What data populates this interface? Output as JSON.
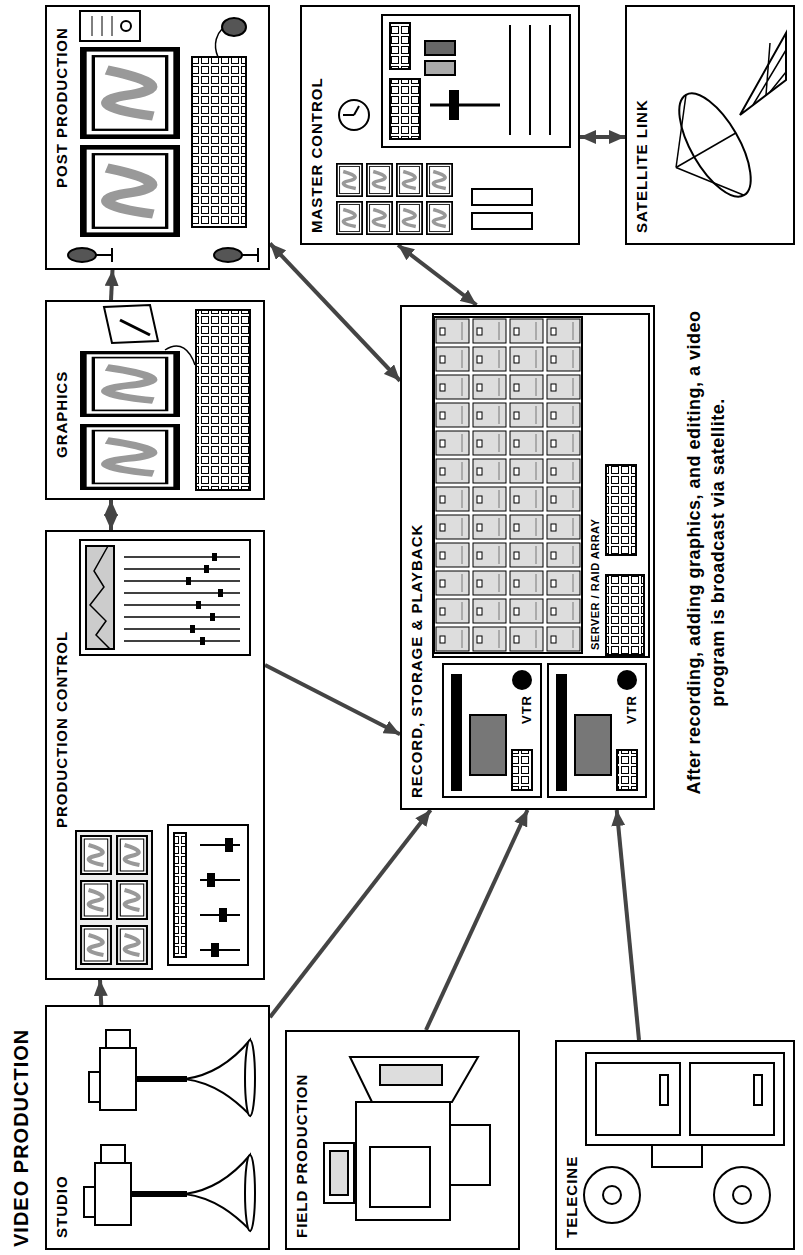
{
  "diagram": {
    "title": "VIDEO PRODUCTION",
    "caption": "After recording, adding graphics, and editing, a video program is broadcast via satellite.",
    "nodes": [
      {
        "text": [
          "STUDIO"
        ]
      },
      {
        "text": [
          "PRODUCTION CONTROL"
        ]
      },
      {
        "text": [
          "GRAPHICS"
        ]
      },
      {
        "text": [
          "POST PRODUCTION"
        ]
      },
      {
        "text": [
          "MASTER CONTROL"
        ]
      },
      {
        "text": [
          "SATELLITE LINK"
        ]
      },
      {
        "text": [
          "RECORD, STORAGE & PLAYBACK"
        ]
      },
      {
        "text": [
          "SERVER / RAID ARRAY"
        ],
        "in": 6
      },
      {
        "text": [
          "VTR"
        ],
        "in": 6
      },
      {
        "text": [
          "VTR"
        ],
        "in": 6
      },
      {
        "text": [
          "FIELD PRODUCTION"
        ]
      },
      {
        "text": [
          "TELECINE"
        ]
      }
    ],
    "edges": [
      {
        "from": 0,
        "to": 1,
        "arrow": "to"
      },
      {
        "from": 0,
        "to": 6,
        "arrow": "to"
      },
      {
        "from": 10,
        "to": 6,
        "arrow": "to"
      },
      {
        "from": 11,
        "to": 6,
        "arrow": "to"
      },
      {
        "from": 1,
        "to": 6,
        "arrow": "to"
      },
      {
        "from": 1,
        "to": 2,
        "arrow": "both"
      },
      {
        "from": 2,
        "to": 3,
        "arrow": "to"
      },
      {
        "from": 3,
        "to": 6,
        "arrow": "both"
      },
      {
        "from": 4,
        "to": 6,
        "arrow": "both"
      },
      {
        "from": 4,
        "to": 5,
        "arrow": "both"
      }
    ]
  }
}
